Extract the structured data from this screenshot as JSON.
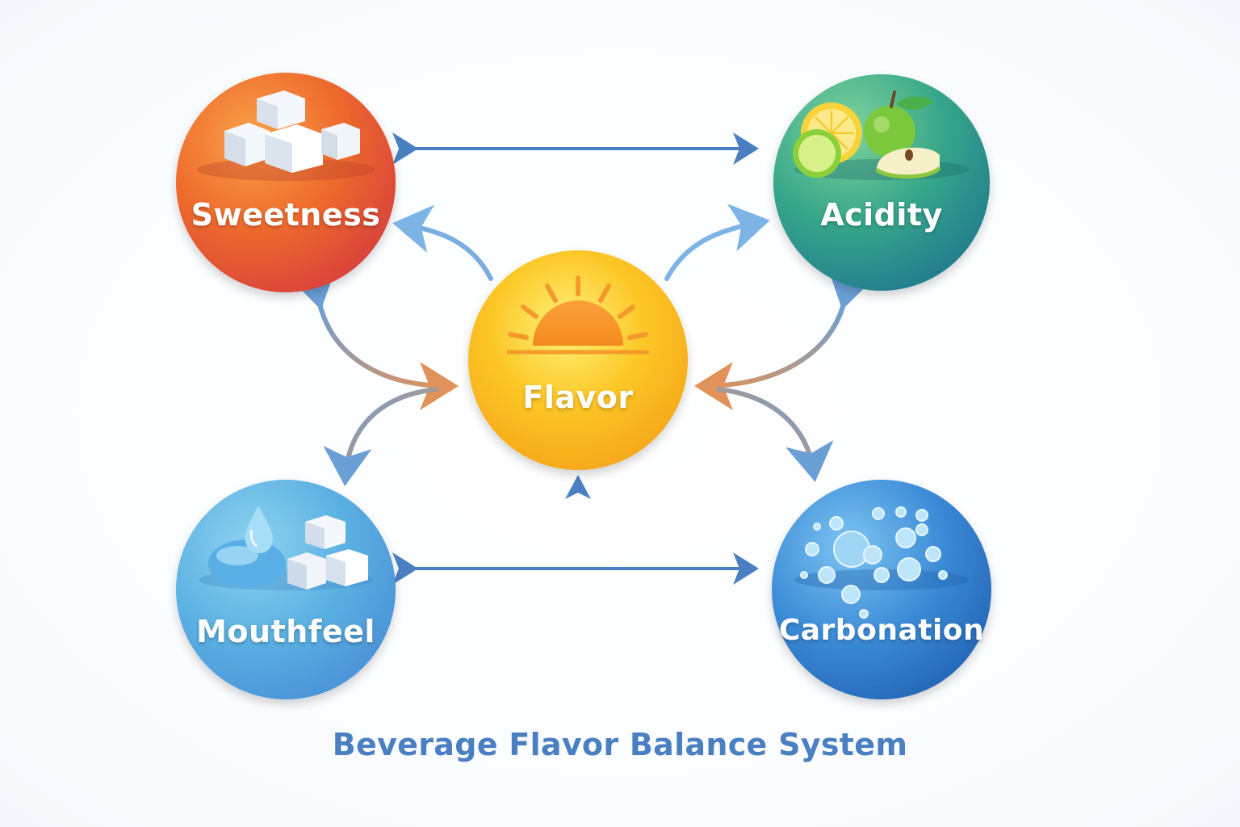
{
  "nodes": {
    "center": {
      "label": "Flavor",
      "color": "#f7b21c"
    },
    "sweetness": {
      "label": "Sweetness",
      "color": "#e8582d",
      "icon": "sugar-cubes-icon"
    },
    "acidity": {
      "label": "Acidity",
      "color": "#2f9a8a",
      "icon": "citrus-apple-icon"
    },
    "mouthfeel": {
      "label": "Mouthfeel",
      "color": "#5aaee0",
      "icon": "droplet-cubes-icon"
    },
    "carbonation": {
      "label": "Carbonation",
      "color": "#2f7dcc",
      "icon": "bubbles-icon"
    }
  },
  "caption": "Beverage Flavor Balance System",
  "colors": {
    "arrow": "#4a7fc1",
    "arrow_light": "#7db4e6",
    "arrow_warm": "#e0925a",
    "caption": "#4a7fc1"
  }
}
